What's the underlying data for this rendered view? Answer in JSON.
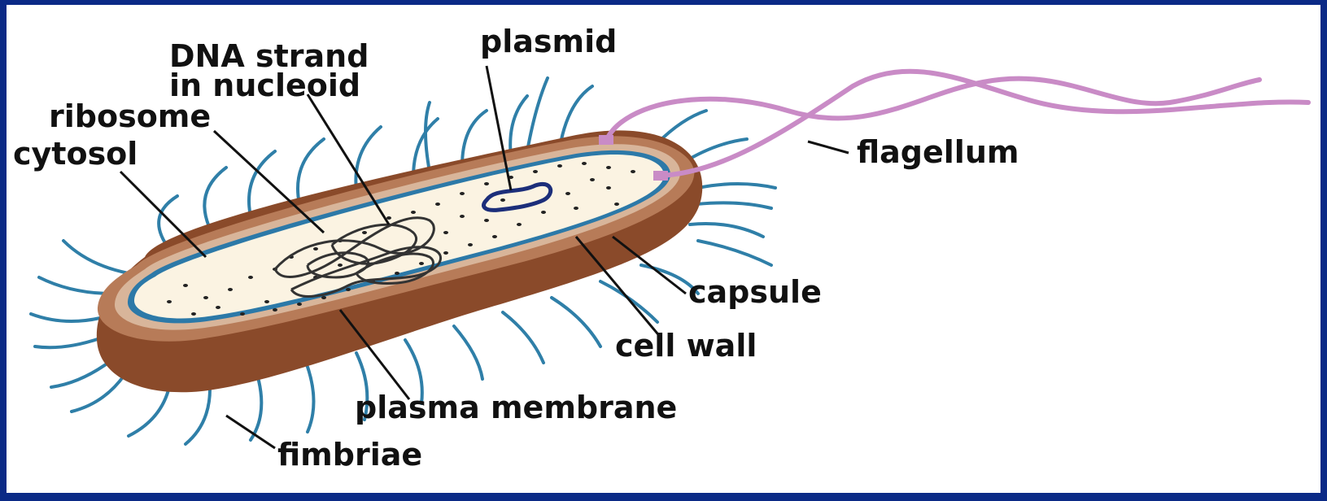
{
  "labels": {
    "dna_line1": "DNA strand",
    "dna_line2": "in nucleoid",
    "plasmid": "plasmid",
    "ribosome": "ribosome",
    "cytosol": "cytosol",
    "flagellum": "flagellum",
    "capsule": "capsule",
    "cell_wall": "cell wall",
    "plasma_membrane": "plasma membrane",
    "fimbriae": "fimbriae"
  },
  "colors": {
    "frame": "#0b2a86",
    "background": "#ffffff",
    "capsule_outer": "#8a4a2a",
    "capsule_inner": "#b77b58",
    "cell_wall": "#d8b59a",
    "plasma_membrane": "#2c79a8",
    "cytosol": "#fbf3e2",
    "fimbriae": "#2f7fa8",
    "flagellum": "#c98bc6",
    "dna": "#333333",
    "plasmid": "#1c2e7a",
    "ribosome": "#222222",
    "label": "#111111"
  }
}
